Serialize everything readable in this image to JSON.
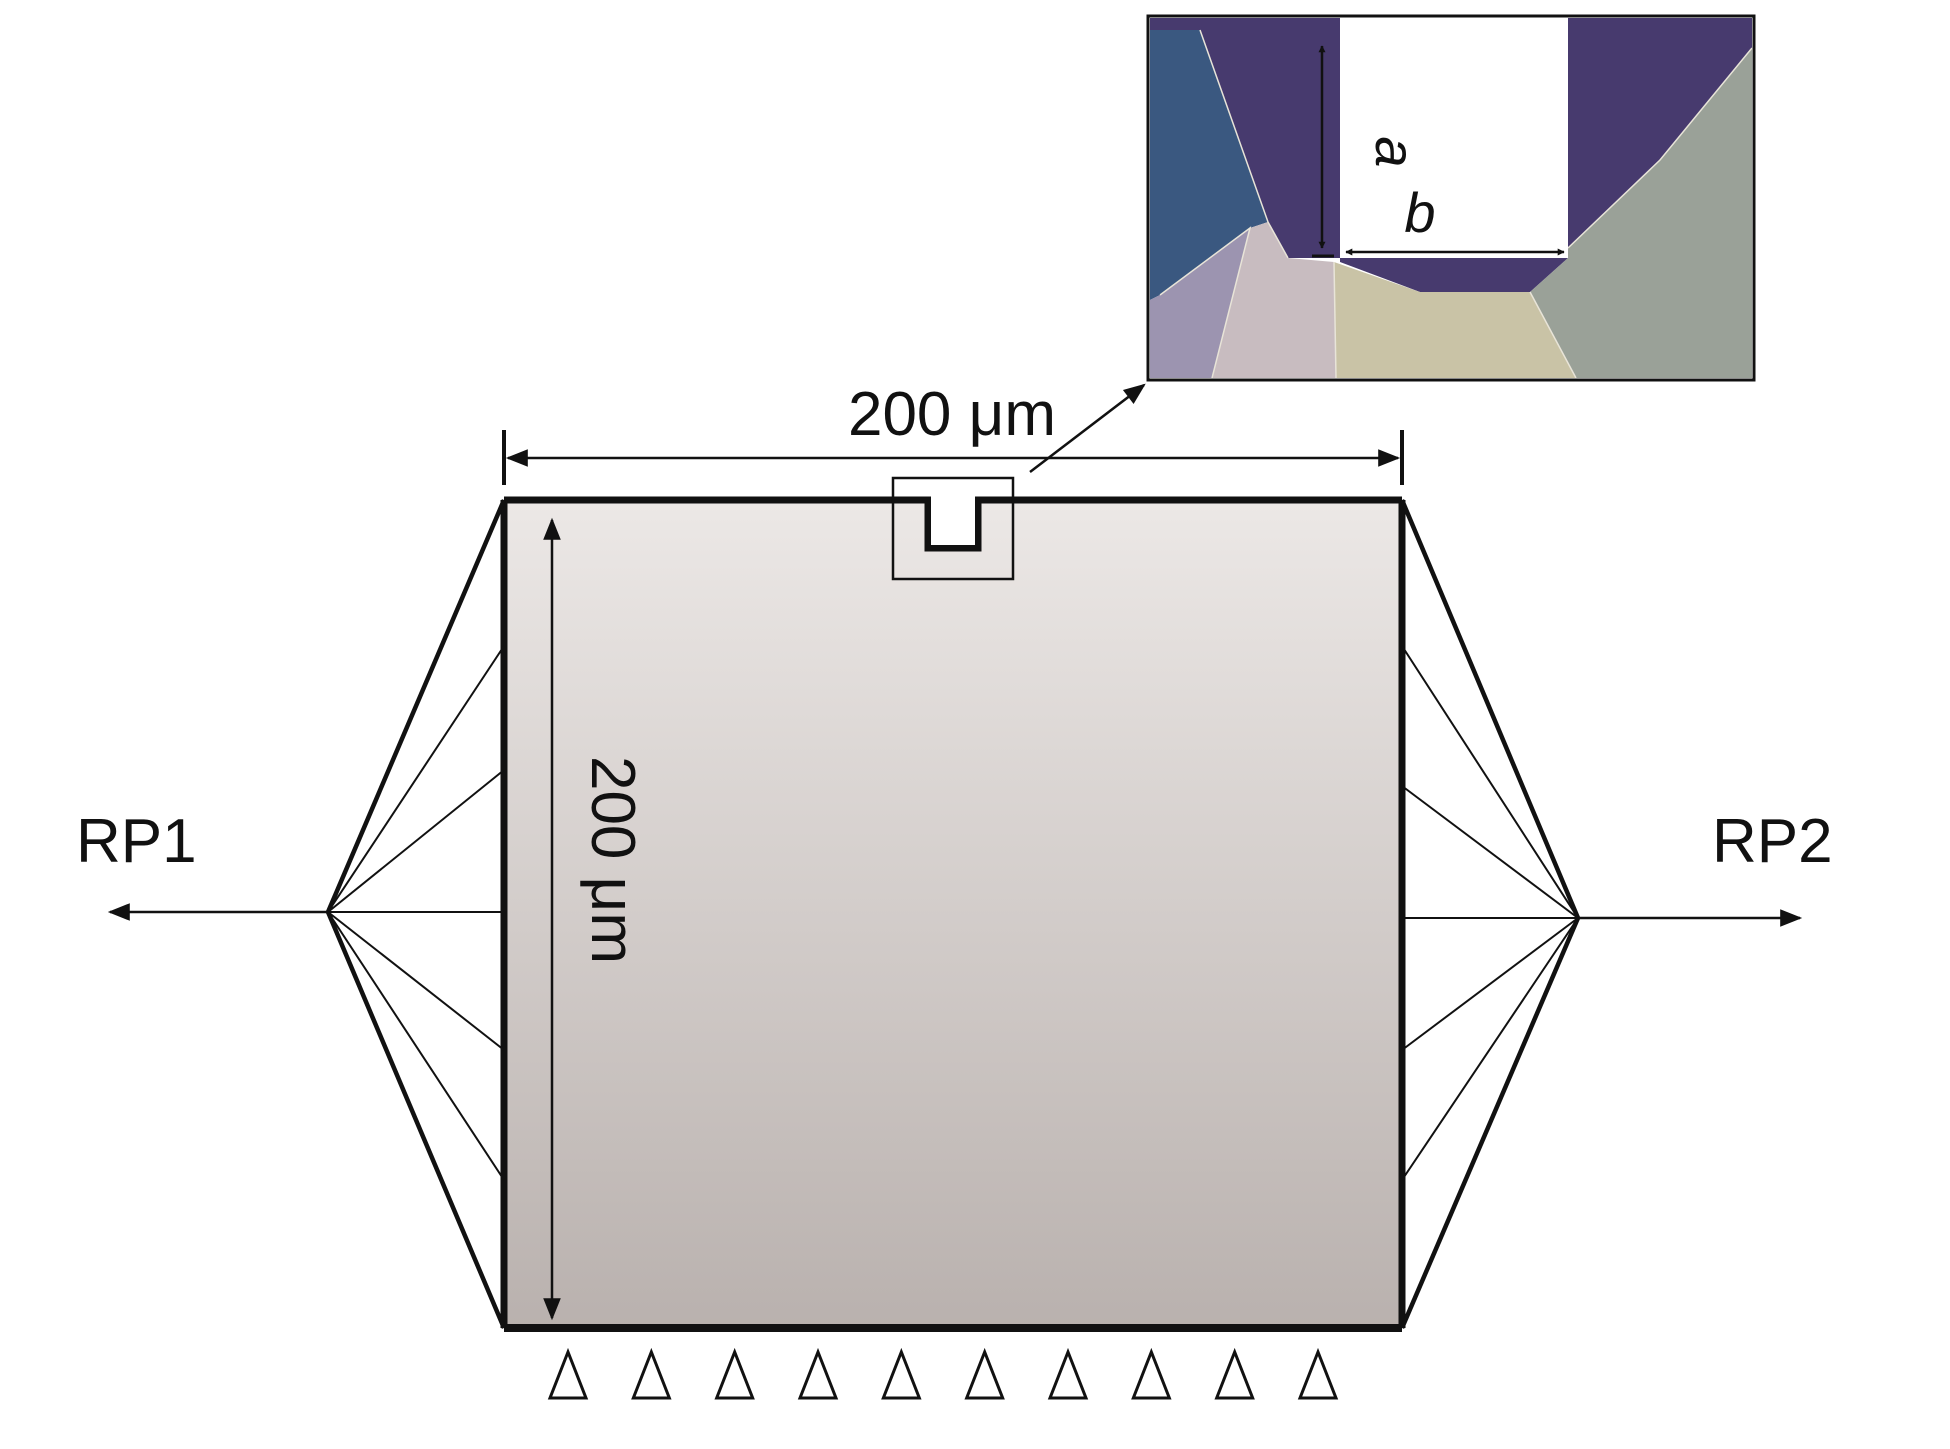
{
  "labels": {
    "width_dimension": "200 μm",
    "height_dimension": "200 μm",
    "reference_point_left": "RP1",
    "reference_point_right": "RP2",
    "notch_depth": "a",
    "notch_width": "b"
  },
  "colors": {
    "specimen_top": "#ece8e6",
    "specimen_bottom": "#b9b1ae",
    "outline": "#111111",
    "grain_purple": "#473a6e",
    "grain_blue": "#3a5880",
    "grain_lavender": "#9c94b0",
    "grain_pink": "#c8bcc0",
    "grain_beige": "#c9c3a6",
    "grain_grey_green": "#9aa198"
  },
  "icons": {
    "boundary_support": "triangle-icon"
  },
  "support_count": 10
}
